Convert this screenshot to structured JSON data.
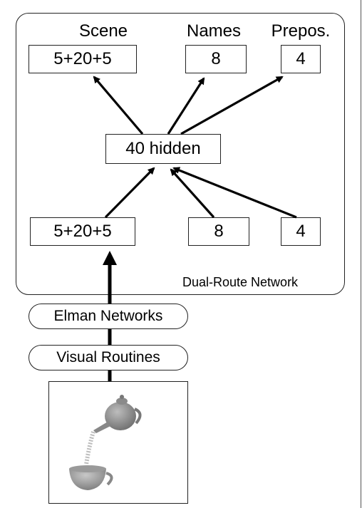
{
  "outputs": {
    "scene": {
      "title": "Scene",
      "value": "5+20+5"
    },
    "names": {
      "title": "Names",
      "value": "8"
    },
    "prepos": {
      "title": "Prepos.",
      "value": "4"
    }
  },
  "hidden": {
    "value": "40 hidden"
  },
  "inputs": {
    "scene": {
      "value": "5+20+5"
    },
    "names": {
      "value": "8"
    },
    "prepos": {
      "value": "4"
    }
  },
  "network_label": "Dual-Route Network",
  "pipeline": {
    "elman": "Elman Networks",
    "visual": "Visual Routines"
  },
  "image": {
    "content": "teapot pouring into cup"
  },
  "colors": {
    "line": "#000000",
    "box_border": "#222222",
    "teapot": "#8a8a8a"
  }
}
